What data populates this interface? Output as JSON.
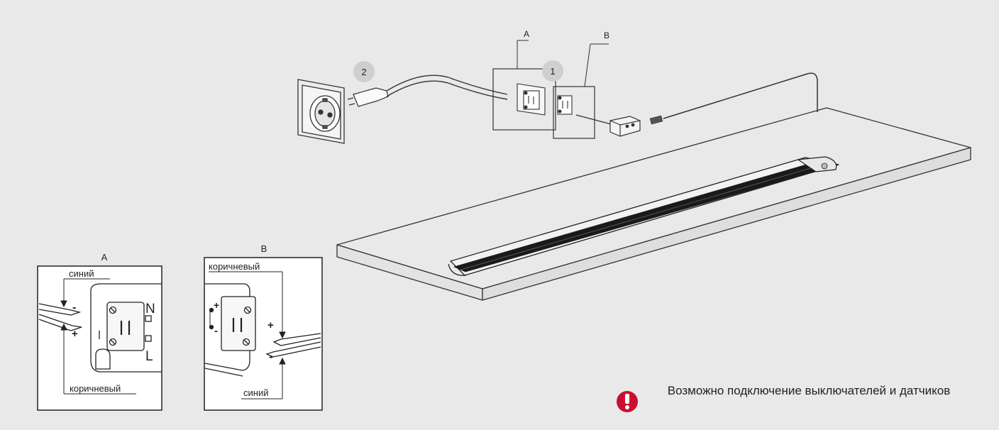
{
  "main": {
    "callout_a": "A",
    "callout_b": "B",
    "step_1": "1",
    "step_2": "2"
  },
  "detail_a": {
    "title": "A",
    "wire_top": "синий",
    "wire_bottom": "коричневый",
    "sign_minus": "-",
    "sign_plus": "+",
    "terminal_n": "N",
    "terminal_l": "L"
  },
  "detail_b": {
    "title": "B",
    "wire_top": "коричневый",
    "wire_bottom": "синий",
    "sign_plus": "+",
    "sign_minus": "-",
    "socket_plus": "+",
    "socket_minus": "-"
  },
  "note": {
    "icon": "exclamation-icon",
    "text": "Возможно подключение выключателей и датчиков",
    "color": "#c8102e"
  }
}
